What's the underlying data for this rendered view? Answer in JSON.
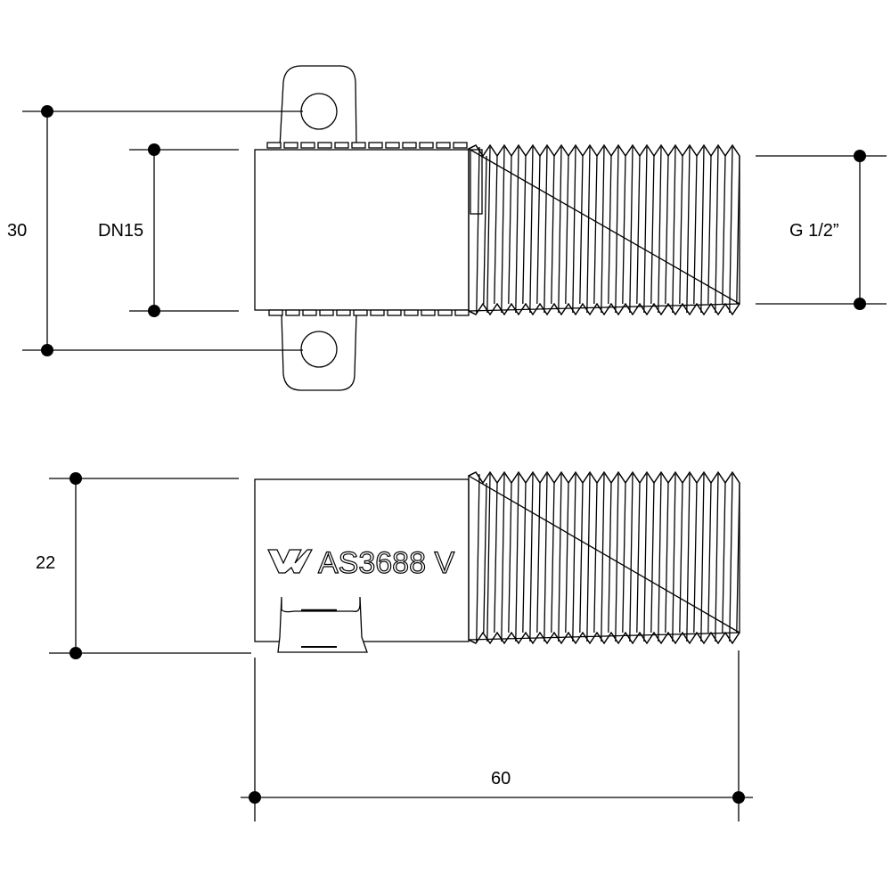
{
  "dimensions": {
    "overall_height": "30",
    "nominal_diameter": "DN15",
    "thread_size": "G 1/2”",
    "body_height": "22",
    "length": "60"
  },
  "marking": {
    "logo": "W",
    "text": "AS3688 V"
  },
  "colors": {
    "line": "#000000",
    "background": "#ffffff"
  }
}
